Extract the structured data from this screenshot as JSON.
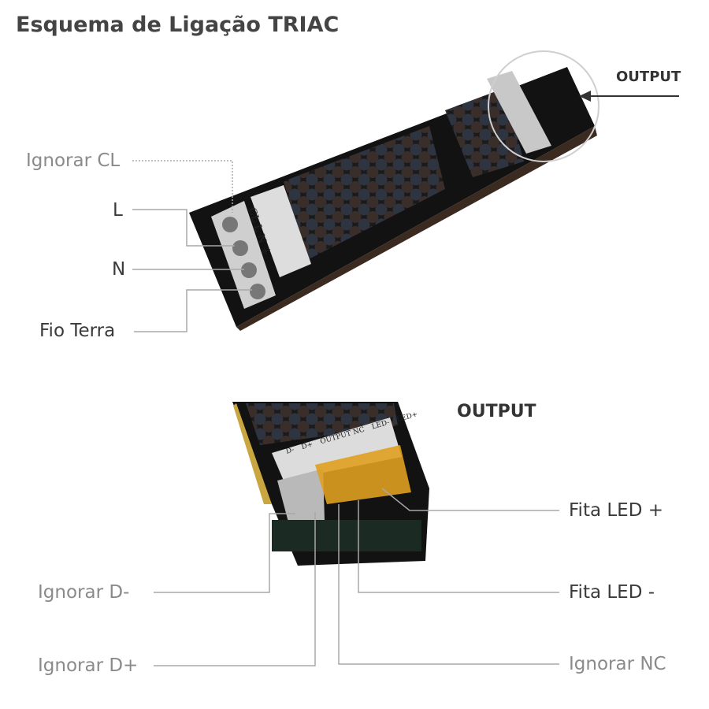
{
  "title": "Esquema de Ligação TRIAC",
  "top_diagram": {
    "output_label": "OUTPUT",
    "labels": {
      "ignorar_cl": "Ignorar CL",
      "l": "L",
      "n": "N",
      "fio_terra": "Fio Terra"
    },
    "terminal_markings": [
      "CL",
      "L",
      "N",
      "⏚"
    ]
  },
  "bottom_diagram": {
    "output_label": "OUTPUT",
    "labels": {
      "ignorar_d_minus": "Ignorar D-",
      "ignorar_d_plus": "Ignorar D+",
      "fita_led_plus": "Fita LED +",
      "fita_led_minus": "Fita LED -",
      "ignorar_nc": "Ignorar NC"
    },
    "terminal_markings": [
      "D-",
      "D+",
      "OUTPUT NC",
      "LED-",
      "LED+"
    ]
  },
  "colors": {
    "device": "#141414",
    "connector": "#e0a020",
    "line": "#a8a8a8"
  }
}
